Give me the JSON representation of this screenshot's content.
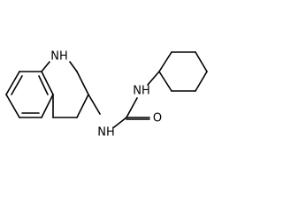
{
  "molecule": {
    "atoms": {
      "ring_nh": "NH",
      "urea_nh_top": "NH",
      "urea_nh_bottom": "NH",
      "carbonyl_o": "O"
    }
  }
}
